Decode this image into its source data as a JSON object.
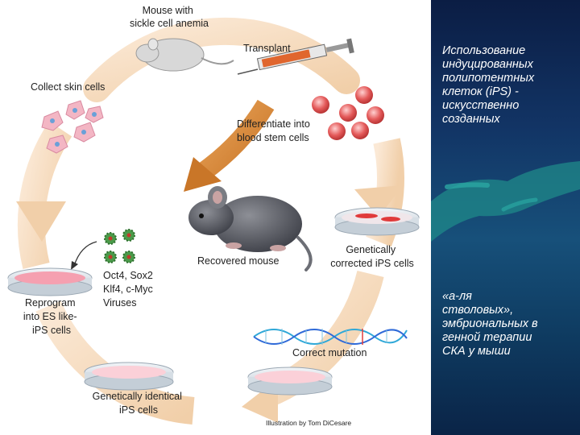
{
  "diagram": {
    "labels": {
      "mouse_scd": [
        "Mouse with",
        "sickle cell anemia"
      ],
      "transplant": "Transplant",
      "collect": "Collect skin cells",
      "differentiate": [
        "Differentiate into",
        "blood stem cells"
      ],
      "recovered": "Recovered mouse",
      "corrected": [
        "Genetically",
        "corrected iPS cells"
      ],
      "factors": [
        "Oct4, Sox2",
        "Klf4, c-Myc",
        "Viruses"
      ],
      "reprogram": [
        "Reprogram",
        "into ES like-",
        "iPS cells"
      ],
      "mutation": "Correct mutation",
      "identical": [
        "Genetically identical",
        "iPS cells"
      ],
      "credit": "Illustration by Tom DiCesare"
    },
    "colors": {
      "arrow": "#f6dcc0",
      "arrow_dark": "#d98a35",
      "cell": "#e86a6a",
      "skin_cell": "#f3b6c4",
      "dish_media": "#f5a0b0"
    }
  },
  "side_panel": {
    "text_1": [
      "Использование",
      "индуцированных",
      "полипотентных",
      "клеток (iPS) -",
      "искусственно",
      "созданных"
    ],
    "text_2": [
      "«а-ля",
      "стволовых»,",
      "эмбриональных в",
      "генной терапии",
      "СКА у мыши"
    ]
  }
}
